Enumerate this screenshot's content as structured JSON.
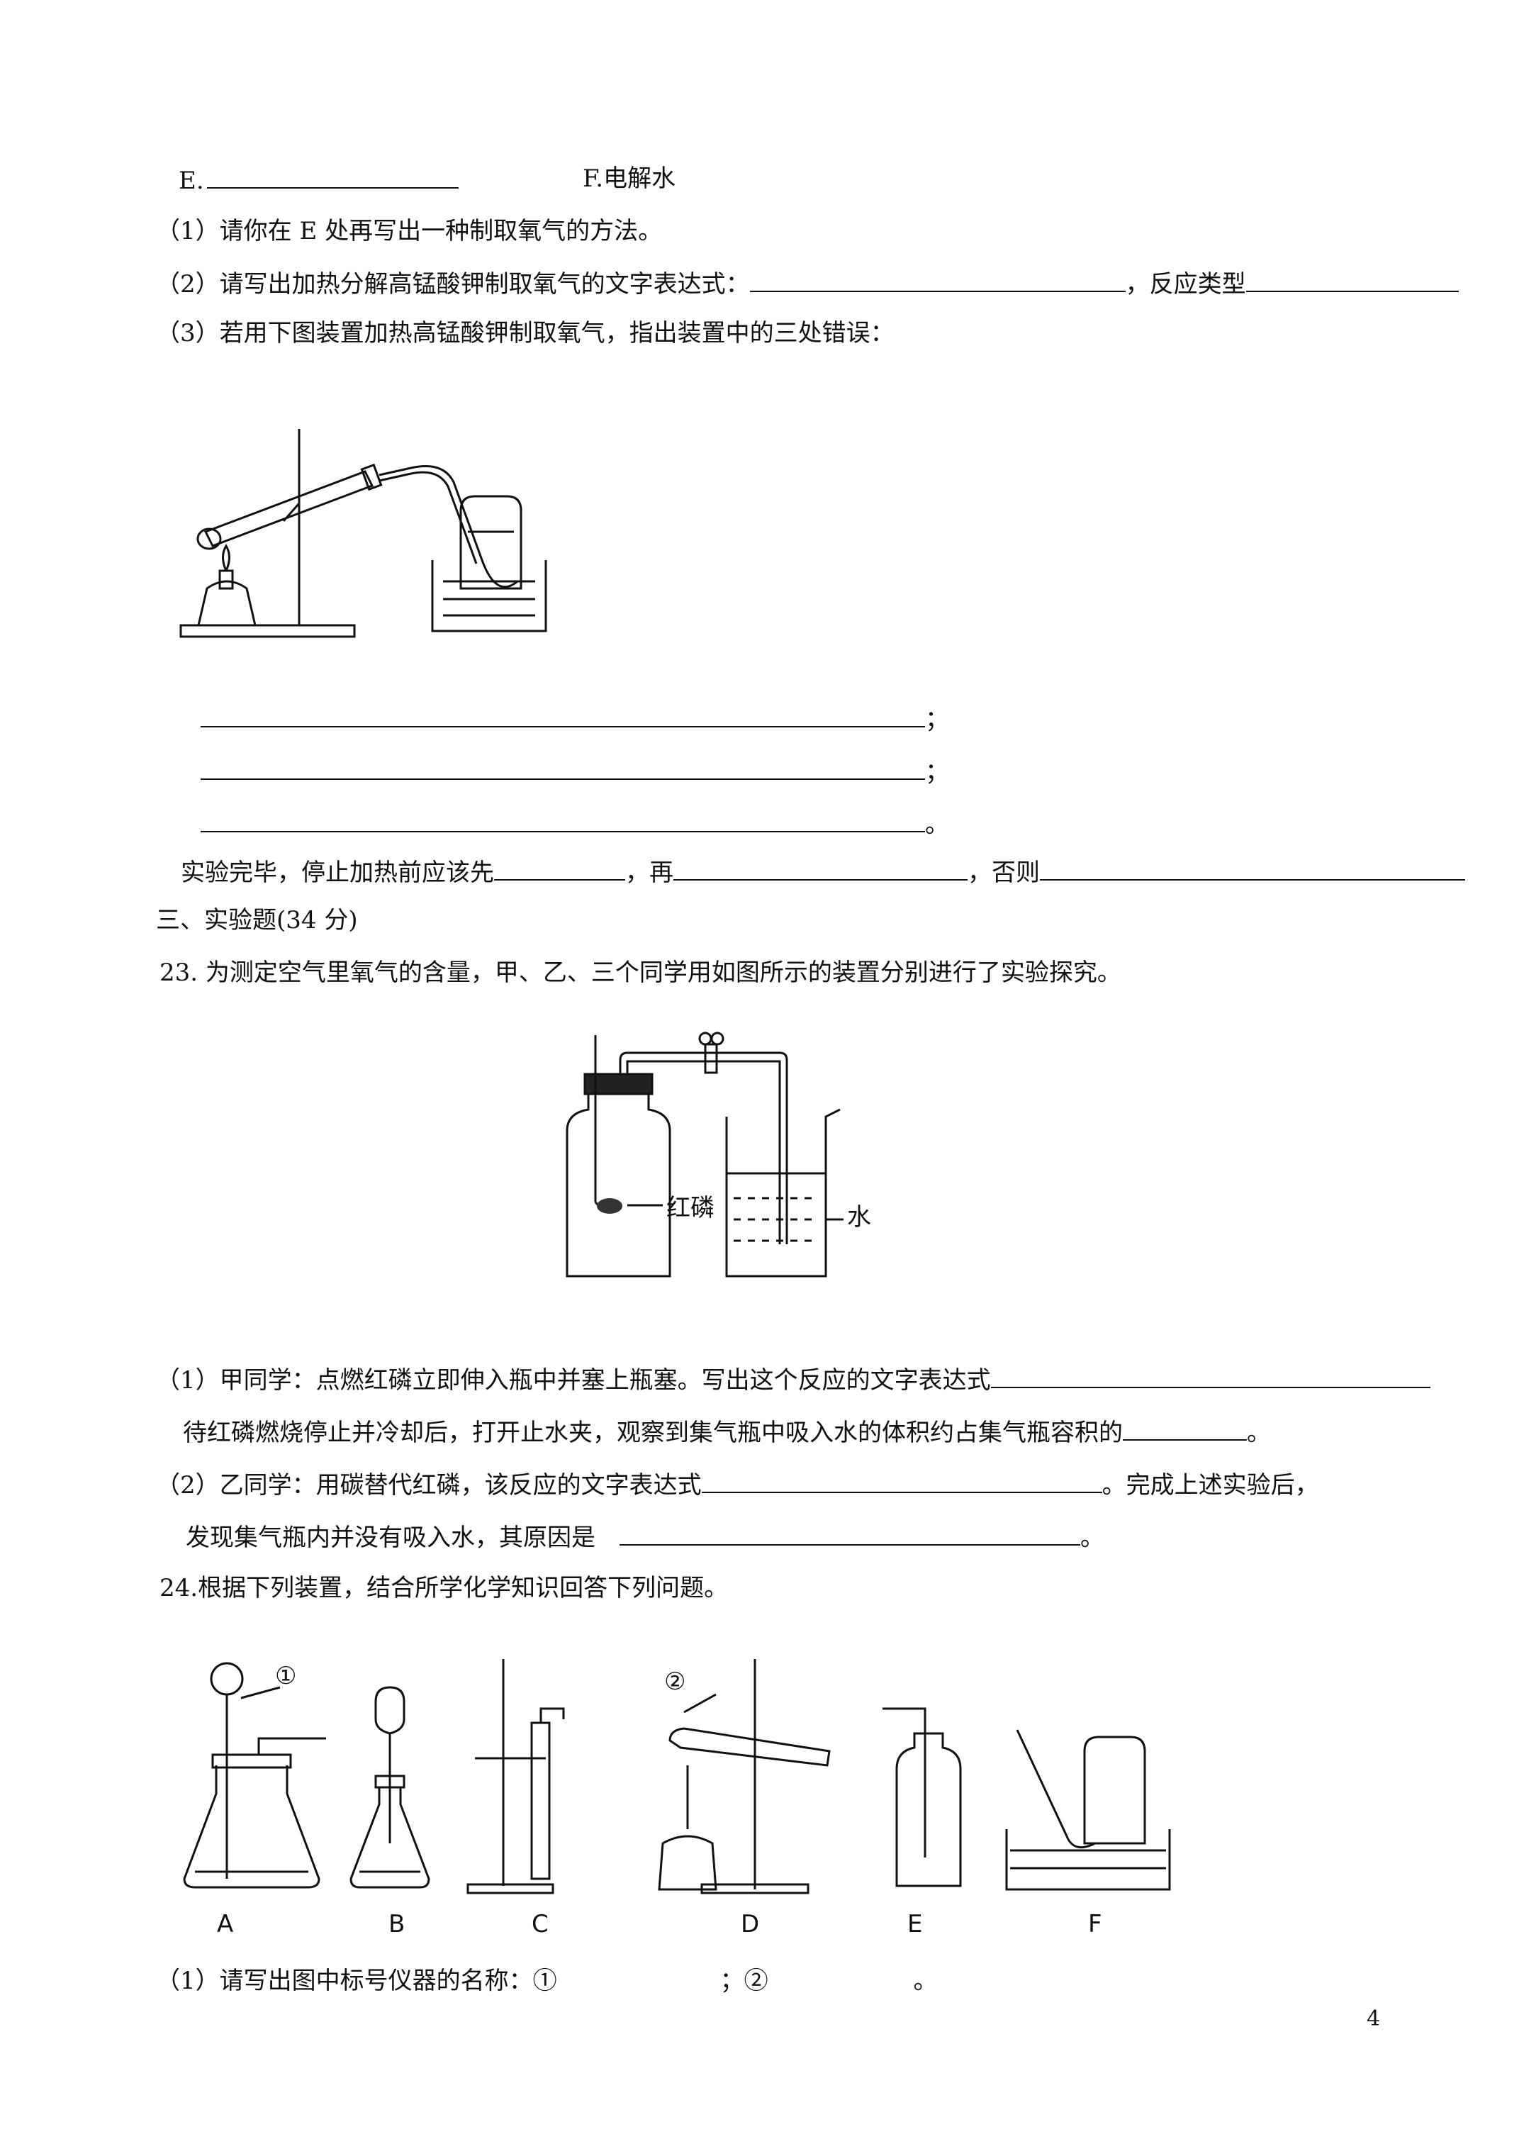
{
  "page_number": "4",
  "top_options": {
    "e_label": "E.",
    "f_label": "F.电解水"
  },
  "q22": {
    "p1": "（1）请你在 E 处再写出一种制取氧气的方法。",
    "p2_text": "（2）请写出加热分解高锰酸钾制取氧气的文字表达式：",
    "p2_mid": "，反应类型",
    "p3": "（3）若用下图装置加热高锰酸钾制取氧气，指出装置中的三处错误：",
    "end1": "；",
    "end2": "；",
    "end3": "。",
    "finish_a": "实验完毕，停止加热前应该先",
    "finish_b": "，再",
    "finish_c": "，否则"
  },
  "section3": {
    "title": "三、实验题(34 分)"
  },
  "q23": {
    "stem": "23.  为测定空气里氧气的含量，甲、乙、三个同学用如图所示的装置分别进行了实验探究。",
    "label_phosphorus": "红磷",
    "label_water": "水",
    "p1": "（1）甲同学：点燃红磷立即伸入瓶中并塞上瓶塞。写出这个反应的文字表达式",
    "p1_cont_a": "待红磷燃烧停止并冷却后，打开止水夹，观察到集气瓶中吸入水的体积约占集气瓶容积的",
    "p1_cont_end": "。",
    "p2_a": "（2）乙同学：用碳替代红磷，该反应的文字表达式",
    "p2_b": "。完成上述实验后，",
    "p2_cont_a": "发现集气瓶内并没有吸入水，其原因是",
    "p2_cont_end": "。"
  },
  "q24": {
    "stem": "24.根据下列装置，结合所学化学知识回答下列问题。",
    "marker1": "①",
    "marker2": "②",
    "apparatus_labels": [
      "A",
      "B",
      "C",
      "D",
      "E",
      "F"
    ],
    "p1_a": "（1）请写出图中标号仪器的名称：①",
    "p1_b": "；②",
    "p1_end": "。"
  }
}
